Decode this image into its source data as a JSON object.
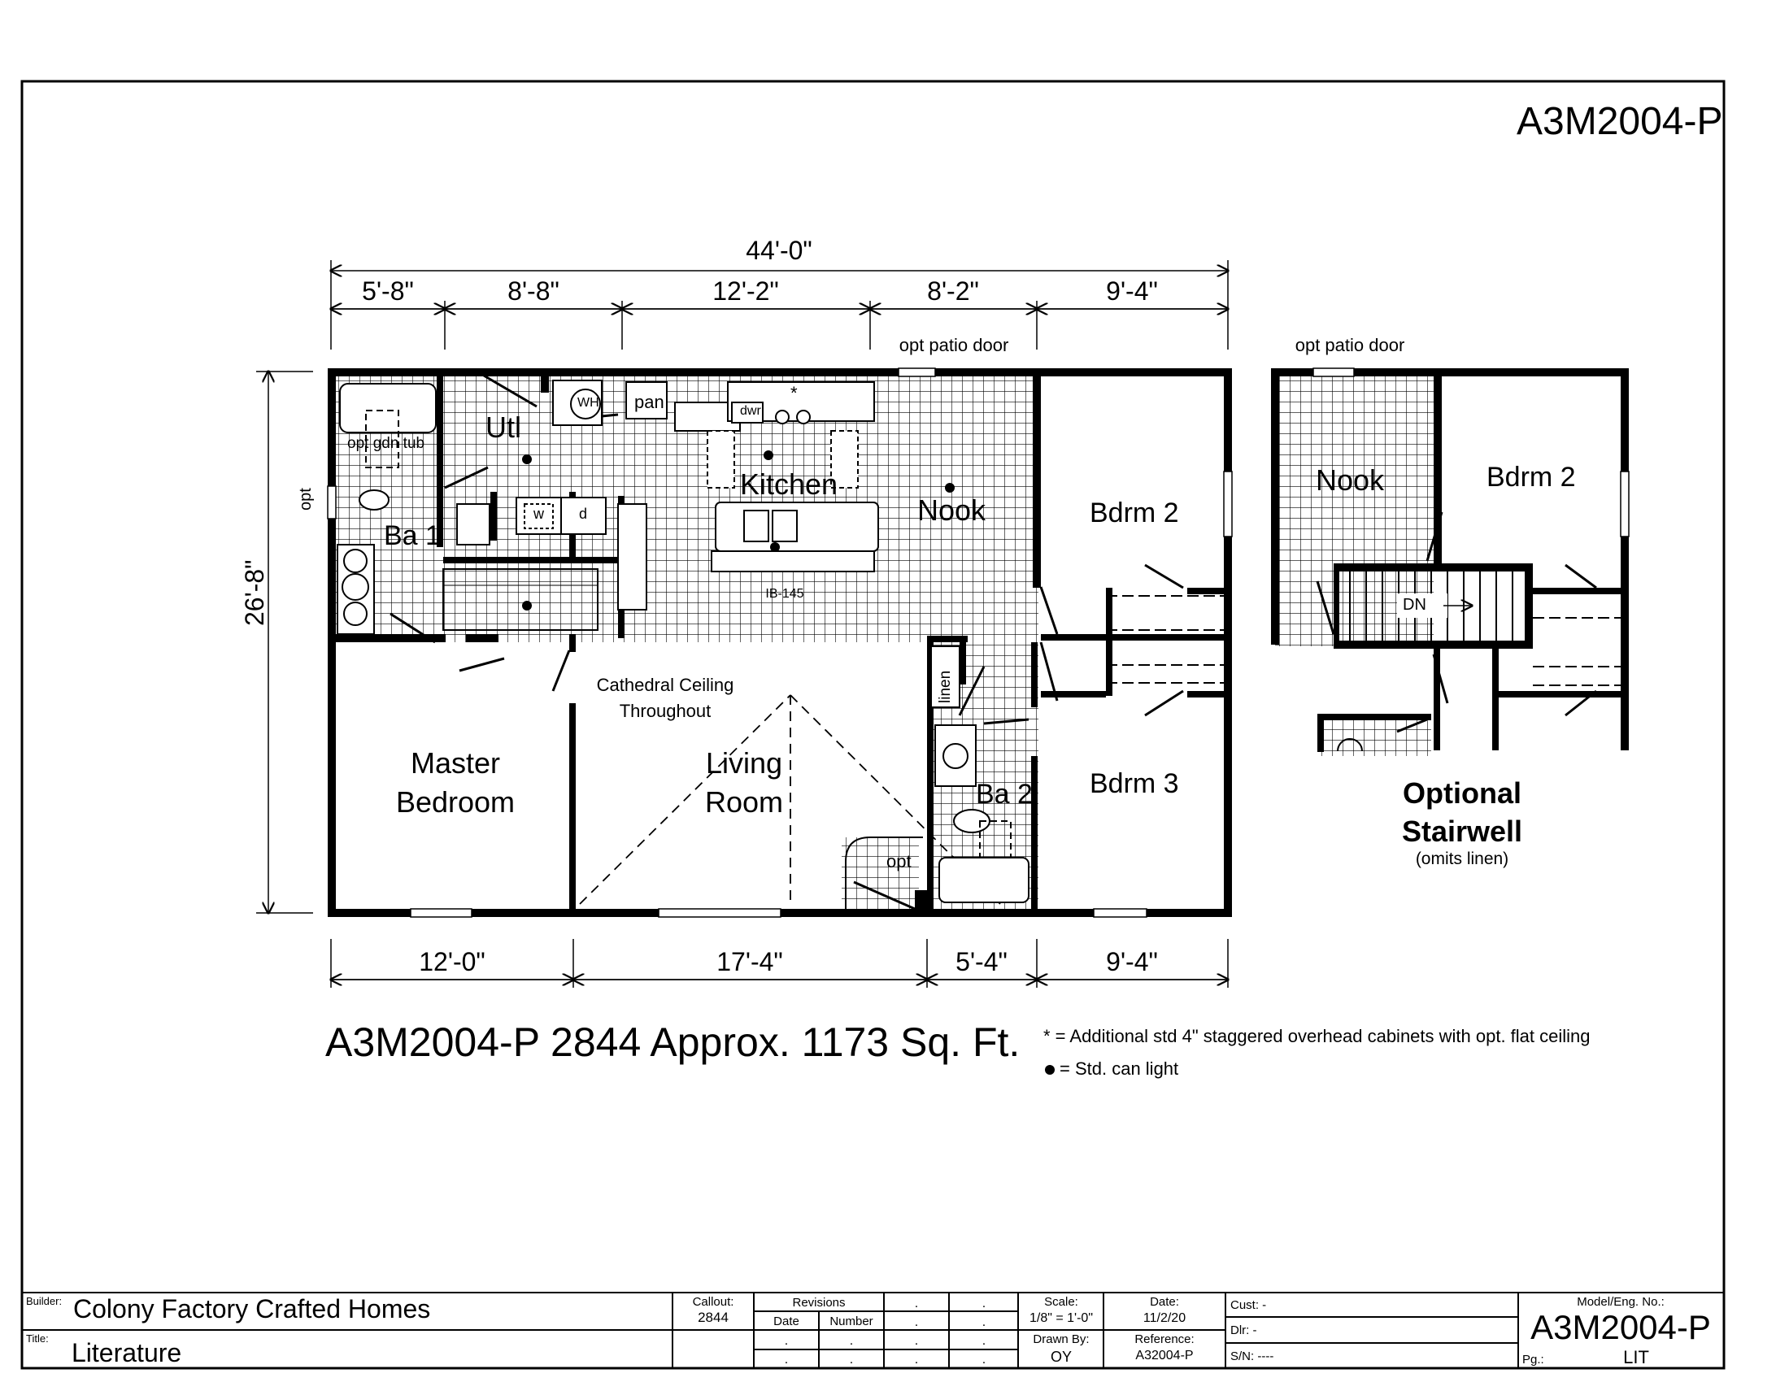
{
  "model_corner": "A3M2004-P",
  "dims": {
    "total_width": "44'-0\"",
    "top": [
      "5'-8\"",
      "8'-8\"",
      "12'-2\"",
      "8'-2\"",
      "9'-4\""
    ],
    "bottom": [
      "12'-0\"",
      "17'-4\"",
      "5'-4\"",
      "9'-4\""
    ],
    "depth": "26'-8\""
  },
  "labels": {
    "opt_patio_door": "opt patio door",
    "opt_patio_door_2": "opt patio door",
    "opt_window": "opt",
    "pan": "pan",
    "wh": "WH",
    "dwr": "dwr",
    "star": "*",
    "utl": "Utl",
    "opt_gdn_tub": "opt gdn tub",
    "ba1": "Ba 1",
    "washer": "w",
    "dryer": "d",
    "kitchen": "Kitchen",
    "island": "IB-145",
    "nook": "Nook",
    "bdrm2": "Bdrm 2",
    "bdrm3": "Bdrm 3",
    "cathedral_1": "Cathedral Ceiling",
    "cathedral_2": "Throughout",
    "master_1": "Master",
    "master_2": "Bedroom",
    "living_1": "Living",
    "living_2": "Room",
    "linen": "linen",
    "ba2": "Ba 2",
    "opt_corner": "opt",
    "alt_nook": "Nook",
    "alt_bdrm2": "Bdrm 2",
    "dn": "DN",
    "optional_1": "Optional",
    "optional_2": "Stairwell",
    "optional_3": "(omits linen)"
  },
  "footer": {
    "plan_title": "A3M2004-P 2844 Approx. 1173 Sq. Ft.",
    "note_cabinets": "* = Additional std 4\" staggered overhead cabinets with opt. flat ceiling",
    "note_light": "= Std. can light"
  },
  "title_block": {
    "builder_label": "Builder:",
    "builder": "Colony Factory Crafted Homes",
    "title_label": "Title:",
    "title": "Literature",
    "callout_label": "Callout:",
    "callout": "2844",
    "revisions_label": "Revisions",
    "date_col": "Date",
    "number_col": "Number",
    "dot": ".",
    "scale_label": "Scale:",
    "scale": "1/8\" = 1'-0\"",
    "date_label": "Date:",
    "date": "11/2/20",
    "drawn_label": "Drawn By:",
    "drawn": "OY",
    "reference_label": "Reference:",
    "reference": "A32004-P",
    "cust": "Cust: -",
    "dlr": "Dlr:   -",
    "sn": "S/N:  ----",
    "model_label": "Model/Eng. No.:",
    "model": "A3M2004-P",
    "pg_label": "Pg.:",
    "pg": "LIT"
  },
  "colors": {
    "ink": "#000000",
    "grid": "#000000",
    "paper": "#ffffff"
  }
}
